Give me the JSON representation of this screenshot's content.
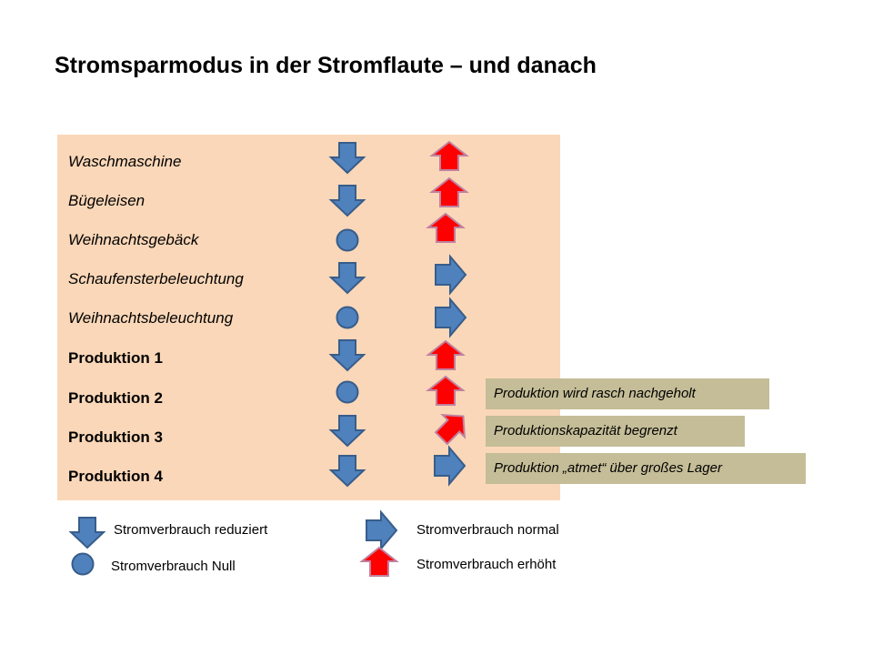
{
  "title": "Stromsparmodus in der Stromflaute – und danach",
  "rows": [
    {
      "label": "Waschmaschine",
      "style": "italic",
      "during": "down-arrow-icon",
      "after": "up-arrow-icon"
    },
    {
      "label": "Bügeleisen",
      "style": "italic",
      "during": "down-arrow-icon",
      "after": "up-arrow-icon"
    },
    {
      "label": "Weihnachtsgebäck",
      "style": "italic",
      "during": "circle-icon",
      "after": "up-arrow-icon"
    },
    {
      "label": "Schaufensterbeleuchtung",
      "style": "italic",
      "during": "down-arrow-icon",
      "after": "right-arrow-icon"
    },
    {
      "label": "Weihnachtsbeleuchtung",
      "style": "italic",
      "during": "circle-icon",
      "after": "right-arrow-icon"
    },
    {
      "label": "Produktion 1",
      "style": "bold",
      "during": "down-arrow-icon",
      "after": "up-arrow-icon"
    },
    {
      "label": "Produktion 2",
      "style": "bold",
      "during": "circle-icon",
      "after": "up-arrow-icon"
    },
    {
      "label": "Produktion 3",
      "style": "bold",
      "during": "down-arrow-icon",
      "after": "up-right-arrow-icon"
    },
    {
      "label": "Produktion 4",
      "style": "bold",
      "during": "down-arrow-icon",
      "after": "right-arrow-icon"
    }
  ],
  "notes": [
    "Produktion wird rasch nachgeholt",
    "Produktionskapazität begrenzt",
    "Produktion „atmet“ über großes Lager"
  ],
  "legend": {
    "reduced": "Stromverbrauch reduziert",
    "zero": "Stromverbrauch Null",
    "normal": "Stromverbrauch normal",
    "increased": "Stromverbrauch erhöht"
  },
  "colors": {
    "panel": "#fad7b8",
    "blue_fill": "#4f81bd",
    "blue_stroke": "#385d8a",
    "red_fill": "#ff0000",
    "red_stroke": "#c0809f",
    "note_bg": "#c4bd97"
  }
}
